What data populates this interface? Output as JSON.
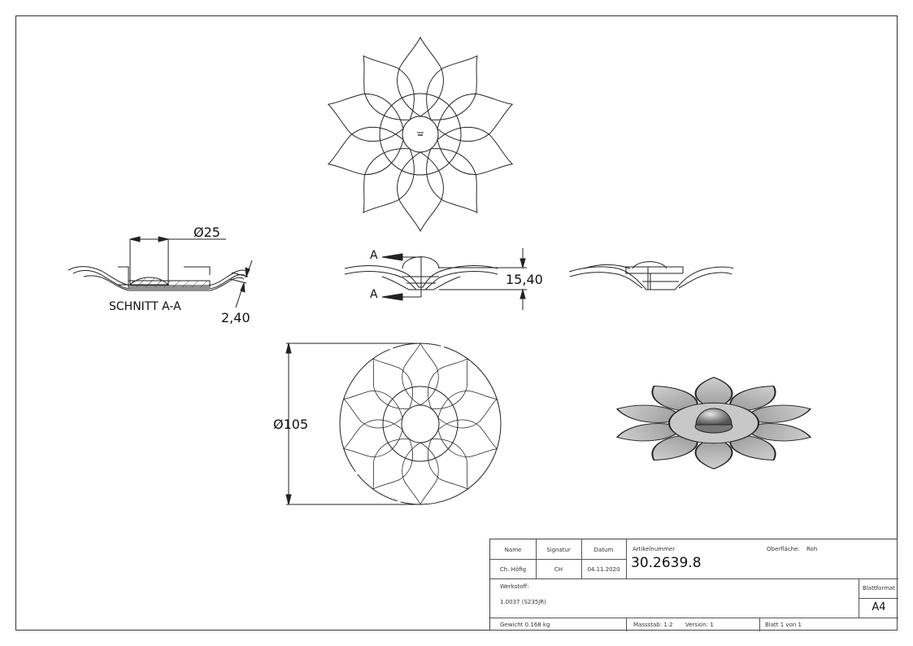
{
  "drawing": {
    "section_label": "SCHNITT A-A",
    "section_marker_top": "A",
    "section_marker_bottom": "A",
    "dimensions": {
      "ball_diameter": "Ø25",
      "thickness": "2,40",
      "height": "15,40",
      "outer_diameter": "Ø105"
    },
    "views": [
      "top-view",
      "section-view",
      "front-view",
      "side-view",
      "bottom-view",
      "isometric-view"
    ]
  },
  "title_block": {
    "headers": {
      "name": "Name",
      "signature": "Signatur",
      "date": "Datum"
    },
    "values": {
      "name": "Ch. Höfig",
      "signature": "CH",
      "date": "04.11.2020"
    },
    "article_number_label": "Artikelnummer",
    "article_number": "30.2639.8",
    "surface_label": "Oberfläche:",
    "surface_value": "Roh",
    "material_label": "Werkstoff:",
    "material_value": "1.0037 (S235JR)",
    "sheet_format_label": "Blattformat",
    "sheet_format_value": "A4",
    "weight": "Gewicht 0.168 kg",
    "scale": "Massstab: 1:2",
    "version": "Version: 1",
    "sheet": "Blatt 1 von 1"
  }
}
